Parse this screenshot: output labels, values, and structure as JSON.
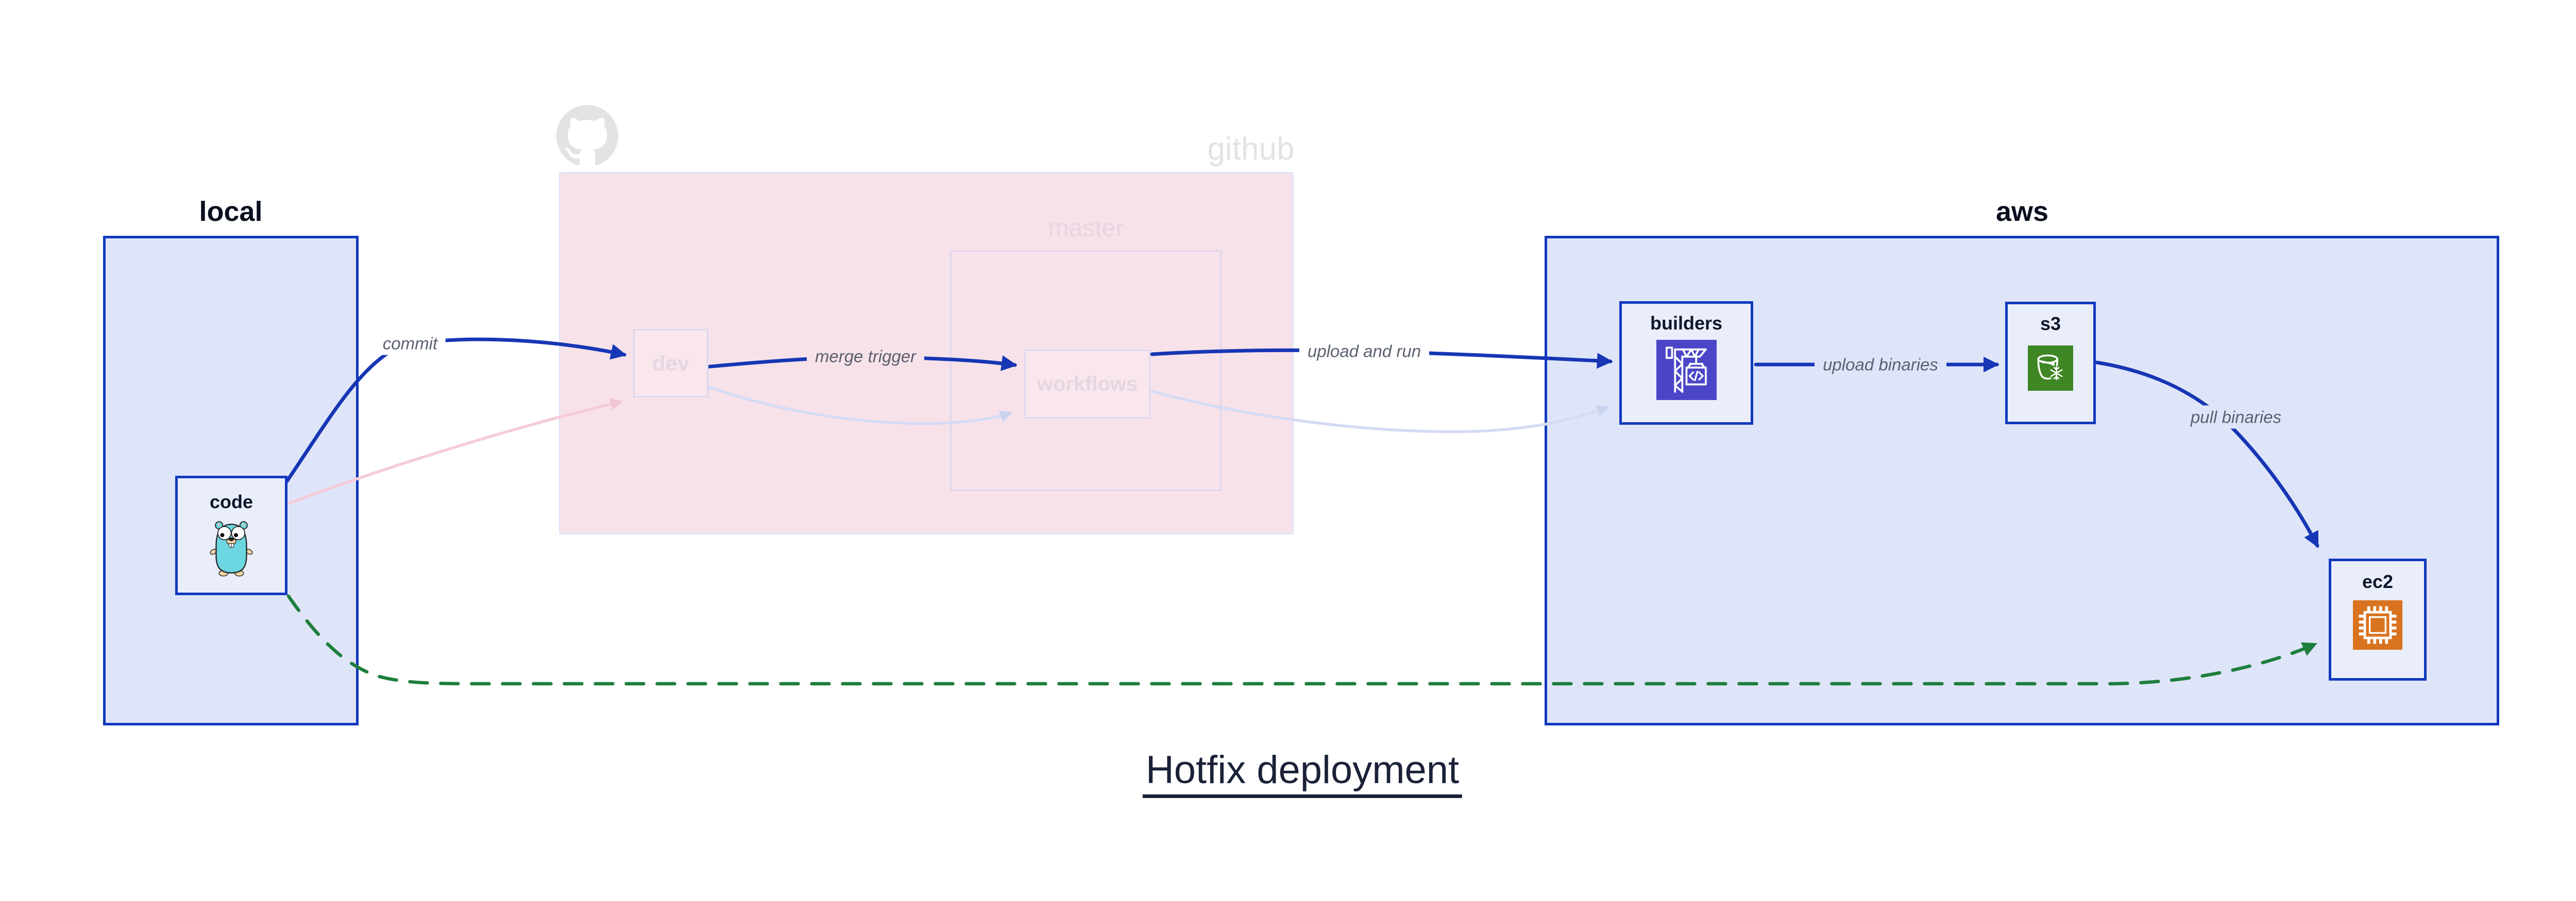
{
  "title": {
    "text": "Hotfix deployment"
  },
  "containers": {
    "local": {
      "label": "local"
    },
    "github": {
      "label": "github"
    },
    "master": {
      "label": "master"
    },
    "aws": {
      "label": "aws"
    }
  },
  "nodes": {
    "code": {
      "label": "code",
      "icon": "go-gopher-icon"
    },
    "dev": {
      "label": "dev"
    },
    "workflows": {
      "label": "workflows"
    },
    "builders": {
      "label": "builders",
      "icon": "codebuild-crane-icon"
    },
    "s3": {
      "label": "s3",
      "icon": "s3-bucket-icon"
    },
    "ec2": {
      "label": "ec2",
      "icon": "ec2-chip-icon"
    }
  },
  "edges": {
    "commit": {
      "label": "commit",
      "from": "code",
      "to": "dev",
      "style": "solid-blue"
    },
    "merge_trigger": {
      "label": "merge trigger",
      "from": "dev",
      "to": "workflows",
      "style": "solid-blue"
    },
    "upload_and_run": {
      "label": "upload and run",
      "from": "workflows",
      "to": "builders",
      "style": "solid-blue"
    },
    "upload_binaries": {
      "label": "upload binaries",
      "from": "builders",
      "to": "s3",
      "style": "solid-blue"
    },
    "pull_binaries": {
      "label": "pull binaries",
      "from": "s3",
      "to": "ec2",
      "style": "solid-blue"
    },
    "hotfix_path": {
      "label": "",
      "from": "code",
      "to": "ec2",
      "style": "dashed-green"
    },
    "code_to_dev_faded": {
      "label": "",
      "from": "code",
      "to": "dev",
      "style": "faded-pink"
    },
    "dev_to_workflows_faded": {
      "label": "",
      "from": "dev",
      "to": "workflows",
      "style": "faded-lavender"
    },
    "workflows_to_builders_faded": {
      "label": "",
      "from": "workflows",
      "to": "builders",
      "style": "faded-lavender"
    }
  },
  "colors": {
    "arrow-blue": "#1636b5",
    "arrow-green": "#1e7e3c",
    "arrow-pink": "#f5ccd8",
    "arrow-lavender": "#d6dbf4",
    "border-blue": "#1139bd",
    "container-fill": "#dfe5f9",
    "node-fill": "#eaeefb",
    "github-fill": "#f8e2e9",
    "faded-border": "#ddd8ee",
    "faded-text-pink": "#e5d6e2",
    "faded-text-gray": "#e3e2e5",
    "edge-label": "#5a6170",
    "node-label": "#0f172b",
    "container-label": "#0a0f1e",
    "title-color": "#1a2138",
    "codebuild-purple": "#4b46c8",
    "s3-green": "#3f8624",
    "ec2-orange": "#d9731f",
    "gopher-teal": "#6cd7e0"
  }
}
